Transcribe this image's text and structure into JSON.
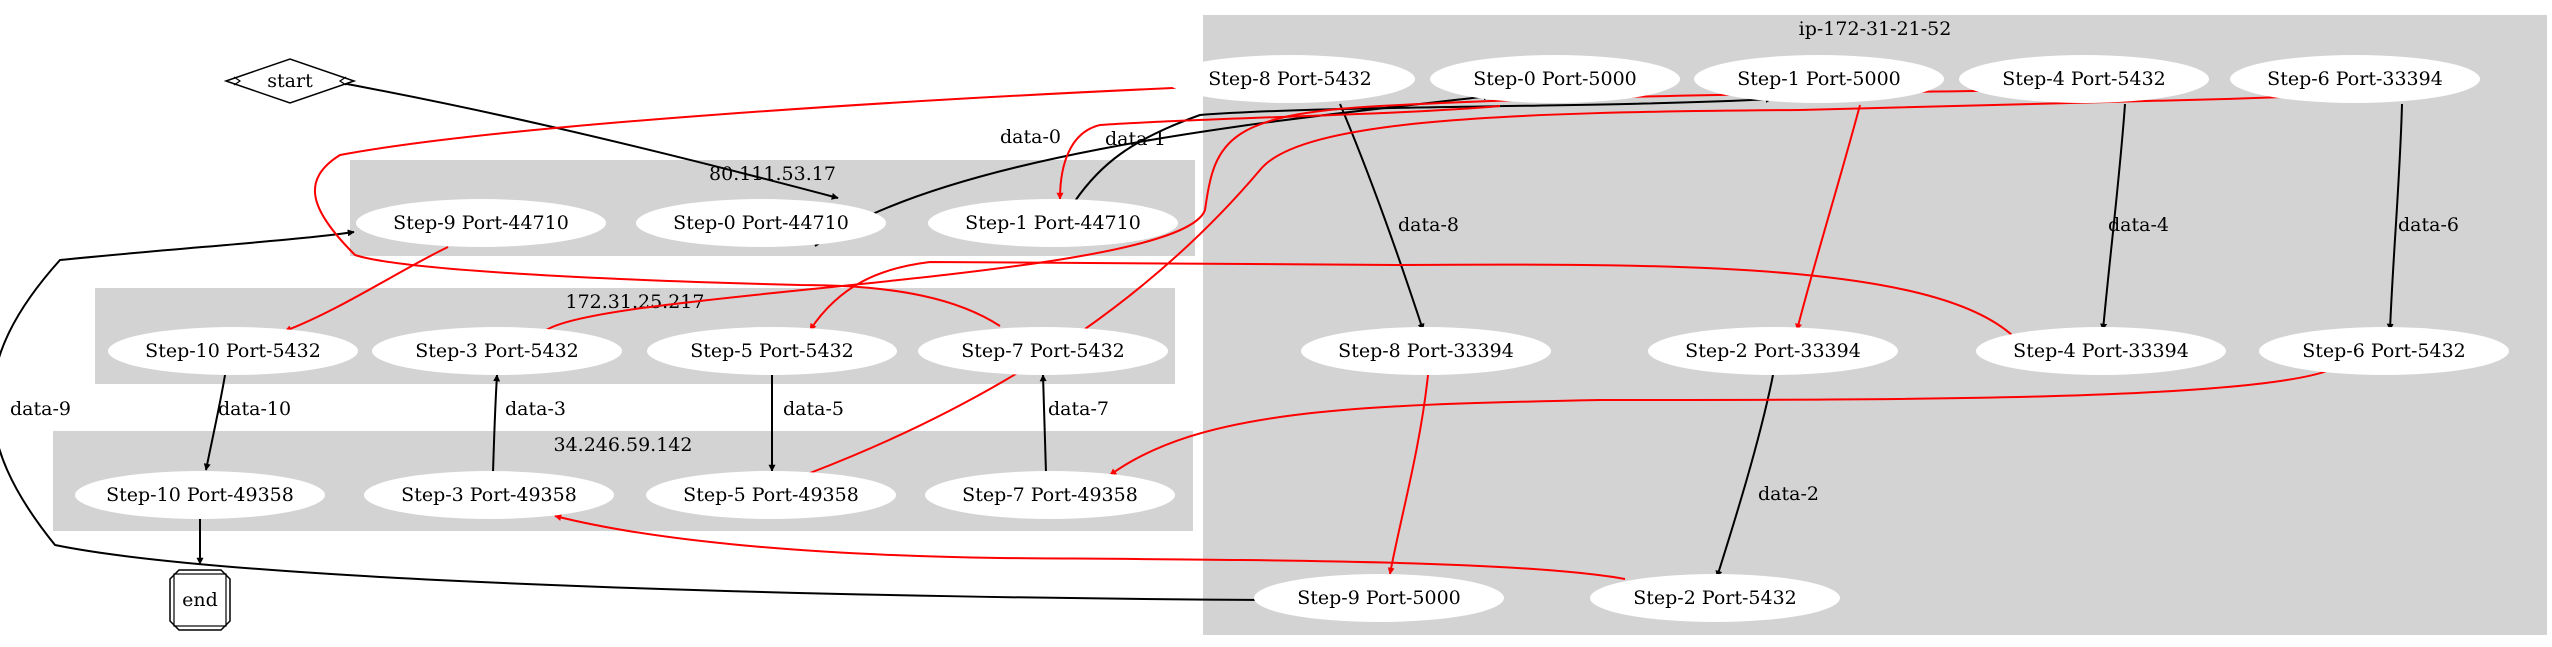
{
  "colors": {
    "control": "#000000",
    "transfer": "#ff0000",
    "cluster": "#d3d3d3"
  },
  "clusters": [
    {
      "id": "c_ip",
      "label": "ip-172-31-21-52"
    },
    {
      "id": "c_80",
      "label": "80.111.53.17"
    },
    {
      "id": "c_172",
      "label": "172.31.25.217"
    },
    {
      "id": "c_34",
      "label": "34.246.59.142"
    }
  ],
  "nodes": [
    {
      "id": "start",
      "label": "start",
      "shape": "diamond"
    },
    {
      "id": "end",
      "label": "end",
      "shape": "octagon"
    },
    {
      "id": "s8_5432",
      "label": "Step-8 Port-5432"
    },
    {
      "id": "s0_5000",
      "label": "Step-0 Port-5000"
    },
    {
      "id": "s1_5000",
      "label": "Step-1 Port-5000"
    },
    {
      "id": "s4_5432",
      "label": "Step-4 Port-5432"
    },
    {
      "id": "s6_33394",
      "label": "Step-6 Port-33394"
    },
    {
      "id": "s8_33394",
      "label": "Step-8 Port-33394"
    },
    {
      "id": "s2_33394",
      "label": "Step-2 Port-33394"
    },
    {
      "id": "s4_33394",
      "label": "Step-4 Port-33394"
    },
    {
      "id": "s6_5432",
      "label": "Step-6 Port-5432"
    },
    {
      "id": "s9_5000",
      "label": "Step-9 Port-5000"
    },
    {
      "id": "s2_5432",
      "label": "Step-2 Port-5432"
    },
    {
      "id": "s9_44710",
      "label": "Step-9 Port-44710"
    },
    {
      "id": "s0_44710",
      "label": "Step-0 Port-44710"
    },
    {
      "id": "s1_44710",
      "label": "Step-1 Port-44710"
    },
    {
      "id": "s10_5432",
      "label": "Step-10 Port-5432"
    },
    {
      "id": "s3_5432",
      "label": "Step-3 Port-5432"
    },
    {
      "id": "s5_5432",
      "label": "Step-5 Port-5432"
    },
    {
      "id": "s7_5432",
      "label": "Step-7 Port-5432"
    },
    {
      "id": "s10_49358",
      "label": "Step-10 Port-49358"
    },
    {
      "id": "s3_49358",
      "label": "Step-3 Port-49358"
    },
    {
      "id": "s5_49358",
      "label": "Step-5 Port-49358"
    },
    {
      "id": "s7_49358",
      "label": "Step-7 Port-49358"
    }
  ],
  "edges": [
    {
      "id": "e_start",
      "from": "start",
      "to": "s0_44710",
      "kind": "control",
      "label": ""
    },
    {
      "id": "e_d0",
      "from": "s0_44710",
      "to": "s0_5000",
      "kind": "control",
      "label": "data-0"
    },
    {
      "id": "e_d1",
      "from": "s1_44710",
      "to": "s1_5000",
      "kind": "control",
      "label": "data-1"
    },
    {
      "id": "e_d8",
      "from": "s8_5432",
      "to": "s8_33394",
      "kind": "control",
      "label": "data-8"
    },
    {
      "id": "e_d4",
      "from": "s4_5432",
      "to": "s4_33394",
      "kind": "control",
      "label": "data-4"
    },
    {
      "id": "e_d6",
      "from": "s6_33394",
      "to": "s6_5432",
      "kind": "control",
      "label": "data-6"
    },
    {
      "id": "e_d2",
      "from": "s2_33394",
      "to": "s2_5432",
      "kind": "control",
      "label": "data-2"
    },
    {
      "id": "e_d10",
      "from": "s10_5432",
      "to": "s10_49358",
      "kind": "control",
      "label": "data-10"
    },
    {
      "id": "e_d3",
      "from": "s3_49358",
      "to": "s3_5432",
      "kind": "control",
      "label": "data-3"
    },
    {
      "id": "e_d5",
      "from": "s5_5432",
      "to": "s5_49358",
      "kind": "control",
      "label": "data-5"
    },
    {
      "id": "e_d7",
      "from": "s7_49358",
      "to": "s7_5432",
      "kind": "control",
      "label": "data-7"
    },
    {
      "id": "e_d9",
      "from": "s9_5000",
      "to": "s9_44710",
      "kind": "control",
      "label": "data-9"
    },
    {
      "id": "e_end",
      "from": "s10_49358",
      "to": "end",
      "kind": "control",
      "label": ""
    },
    {
      "id": "t_0_1",
      "from": "s0_5000",
      "to": "s1_44710",
      "kind": "transfer",
      "label": ""
    },
    {
      "id": "t_1_2",
      "from": "s1_5000",
      "to": "s2_33394",
      "kind": "transfer",
      "label": ""
    },
    {
      "id": "t_2_3",
      "from": "s2_5432",
      "to": "s3_49358",
      "kind": "transfer",
      "label": ""
    },
    {
      "id": "t_3_4",
      "from": "s3_5432",
      "to": "s4_5432",
      "kind": "transfer",
      "label": ""
    },
    {
      "id": "t_4_5",
      "from": "s4_33394",
      "to": "s5_5432",
      "kind": "transfer",
      "label": ""
    },
    {
      "id": "t_5_6",
      "from": "s5_49358",
      "to": "s6_33394",
      "kind": "transfer",
      "label": ""
    },
    {
      "id": "t_6_7",
      "from": "s6_5432",
      "to": "s7_49358",
      "kind": "transfer",
      "label": ""
    },
    {
      "id": "t_7_8",
      "from": "s7_5432",
      "to": "s8_5432",
      "kind": "transfer",
      "label": ""
    },
    {
      "id": "t_8_9",
      "from": "s8_33394",
      "to": "s9_5000",
      "kind": "transfer",
      "label": ""
    },
    {
      "id": "t_9_10",
      "from": "s9_44710",
      "to": "s10_5432",
      "kind": "transfer",
      "label": ""
    }
  ]
}
